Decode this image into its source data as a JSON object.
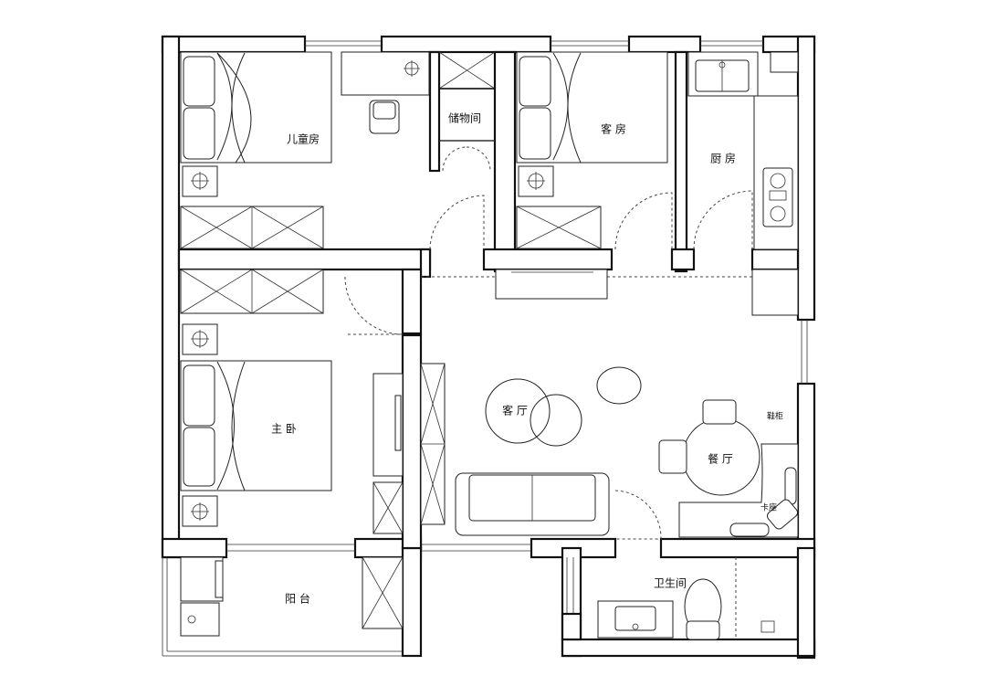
{
  "rooms": {
    "kids_room": "儿童房",
    "storage": "储物间",
    "guest_room": "客  房",
    "kitchen": "厨  房",
    "living_room": "客  厅",
    "master_bedroom": "主  卧",
    "dining": "餐  厅",
    "balcony": "阳  台",
    "bathroom": "卫生间"
  },
  "fixtures": {
    "shoe_cabinet": "鞋柜",
    "booth_seat": "卡座"
  },
  "colors": {
    "line": "#111111",
    "background": "#ffffff"
  }
}
